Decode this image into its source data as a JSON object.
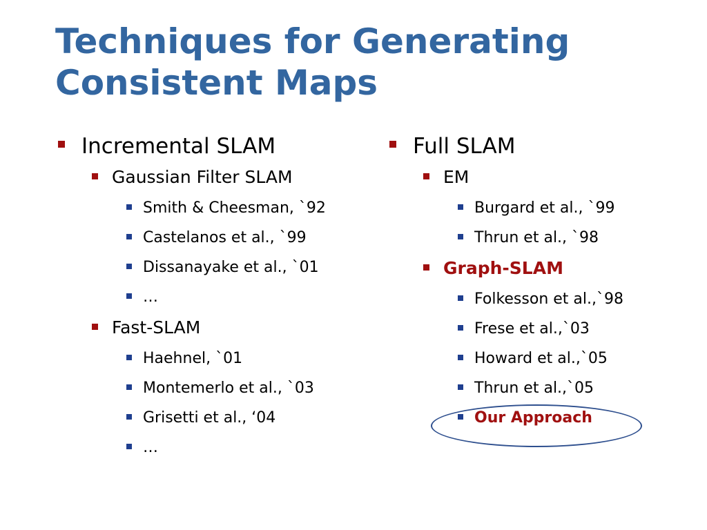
{
  "slide": {
    "title_line1": "Techniques for Generating",
    "title_line2": "Consistent Maps"
  },
  "left": {
    "heading": "Incremental SLAM",
    "gaussian": {
      "label": "Gaussian Filter SLAM",
      "items": [
        "Smith & Cheesman, `92",
        "Castelanos et al., `99",
        "Dissanayake et al., `01",
        "…"
      ]
    },
    "fast": {
      "label": "Fast-SLAM",
      "items": [
        "Haehnel, `01",
        "Montemerlo et al., `03",
        "Grisetti et al., ‘04",
        "…"
      ]
    }
  },
  "right": {
    "heading": "Full SLAM",
    "em": {
      "label": "EM",
      "items": [
        "Burgard et al., `99",
        "Thrun et al., `98"
      ]
    },
    "graph": {
      "label": "Graph-SLAM",
      "items": [
        "Folkesson et al.,`98",
        "Frese et al.,`03",
        "Howard et al.,`05",
        "Thrun et al.,`05",
        "Our Approach"
      ]
    }
  },
  "colors": {
    "title": "#3366a0",
    "highlight": "#a01010",
    "bullet_primary": "#a01010",
    "bullet_secondary": "#1f3f8f",
    "ellipse": "#2e4f8e"
  }
}
